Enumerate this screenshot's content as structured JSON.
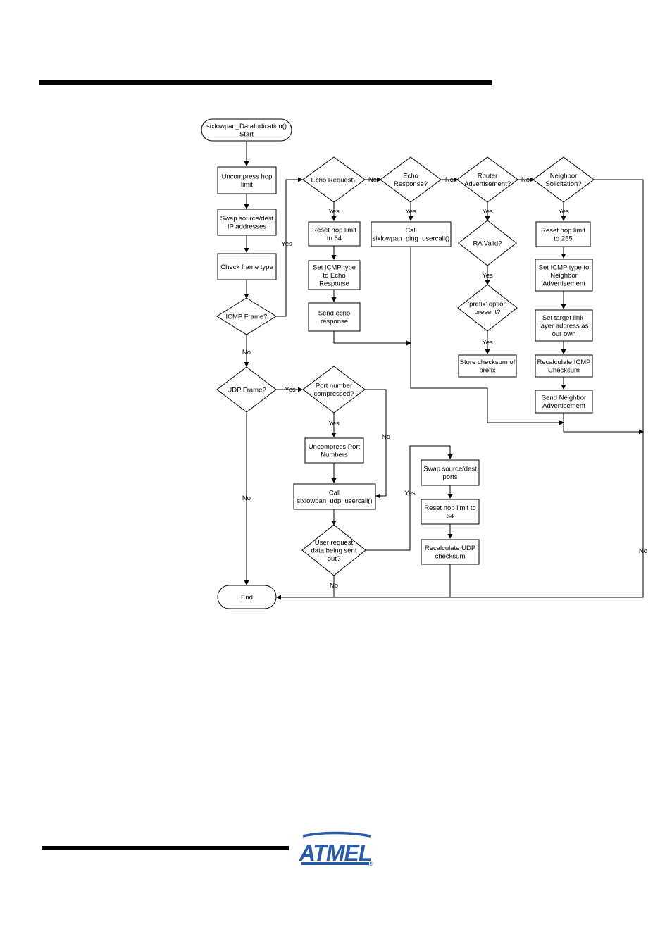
{
  "flowchart": {
    "start": [
      "sixlowpan_DataIndication()",
      "Start"
    ],
    "end": "End",
    "processes": {
      "uncompress_hop": [
        "Uncompress hop",
        "limit"
      ],
      "swap_ip": [
        "Swap source/dest",
        "IP addresses"
      ],
      "check_frame": [
        "Check frame type"
      ],
      "reset_hop_64_echo": [
        "Reset hop limit",
        "to 64"
      ],
      "set_icmp_echo": [
        "Set ICMP type",
        "to Echo",
        "Response"
      ],
      "send_echo": [
        "Send echo",
        "response"
      ],
      "call_ping": [
        "Call",
        "sixlowpan_ping_usercall()"
      ],
      "store_checksum": [
        "Store checksum of",
        "prefix"
      ],
      "reset_hop_255": [
        "Reset hop limit",
        "to 255"
      ],
      "set_icmp_na": [
        "Set ICMP type to",
        "Neighbor",
        "Advertisement"
      ],
      "set_target": [
        "Set target link-",
        "layer address as",
        "our own"
      ],
      "recalc_icmp": [
        "Recalculate ICMP",
        "Checksum"
      ],
      "send_na": [
        "Send Neighbor",
        "Advertisement"
      ],
      "uncompress_port": [
        "Uncompress Port",
        "Numbers"
      ],
      "call_udp": [
        "Call",
        "sixlowpan_udp_usercall()"
      ],
      "swap_ports": [
        "Swap source/dest",
        "ports"
      ],
      "reset_hop_64_udp": [
        "Reset hop limit to",
        "64"
      ],
      "recalc_udp": [
        "Recalculate UDP",
        "checksum"
      ]
    },
    "decisions": {
      "icmp_frame": [
        "ICMP Frame?"
      ],
      "udp_frame": [
        "UDP Frame?"
      ],
      "echo_request": [
        "Echo Request?"
      ],
      "echo_response": [
        "Echo",
        "Response?"
      ],
      "router_adv": [
        "Router",
        "Advertisement?"
      ],
      "neighbor_sol": [
        "Neighbor",
        "Solicitation?"
      ],
      "ra_valid": [
        "RA Valid?"
      ],
      "prefix_option": [
        "'prefix' option",
        "present?"
      ],
      "port_compressed": [
        "Port number",
        "compressed?"
      ],
      "user_request": [
        "User request",
        "data being sent",
        "out?"
      ]
    },
    "edge_labels": {
      "yes": "Yes",
      "no": "No"
    }
  },
  "logo": {
    "text": "ATMEL",
    "registered": "®",
    "color": "#2a5ba8"
  }
}
